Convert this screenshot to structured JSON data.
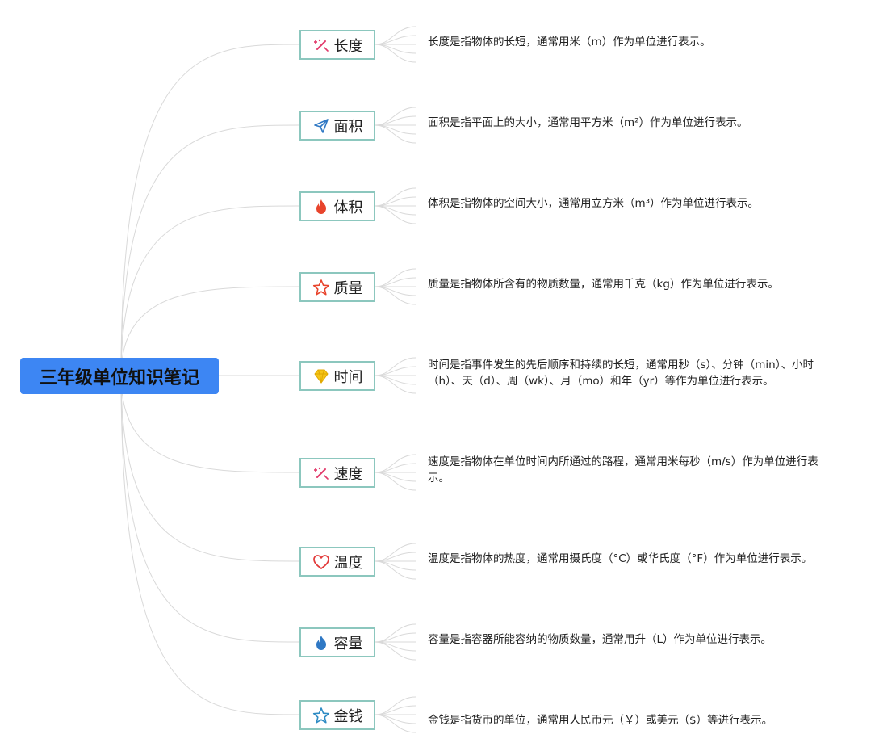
{
  "root": {
    "title": "三年级单位知识笔记"
  },
  "topics": [
    {
      "label": "长度",
      "icon": "wand-sparkle-icon",
      "color": "#e23a6b",
      "desc": "长度是指物体的长短，通常用米（m）作为单位进行表示。"
    },
    {
      "label": "面积",
      "icon": "paper-plane-icon",
      "color": "#2f78c4",
      "desc": "面积是指平面上的大小，通常用平方米（m²）作为单位进行表示。"
    },
    {
      "label": "体积",
      "icon": "fire-icon",
      "color": "#e8442c",
      "desc": "体积是指物体的空间大小，通常用立方米（m³）作为单位进行表示。"
    },
    {
      "label": "质量",
      "icon": "star-outline-icon",
      "color": "#e8442c",
      "desc": "质量是指物体所含有的物质数量，通常用千克（kg）作为单位进行表示。"
    },
    {
      "label": "时间",
      "icon": "diamond-icon",
      "color": "#f5c518",
      "desc": "时间是指事件发生的先后顺序和持续的长短，通常用秒（s）、分钟（min）、小时（h）、天（d）、周（wk）、月（mo）和年（yr）等作为单位进行表示。"
    },
    {
      "label": "速度",
      "icon": "wand-sparkle-icon",
      "color": "#e23a6b",
      "desc": "速度是指物体在单位时间内所通过的路程，通常用米每秒（m/s）作为单位进行表示。"
    },
    {
      "label": "温度",
      "icon": "heart-outline-icon",
      "color": "#e23a3a",
      "desc": "温度是指物体的热度，通常用摄氏度（°C）或华氏度（°F）作为单位进行表示。"
    },
    {
      "label": "容量",
      "icon": "fire-icon",
      "color": "#2f78c4",
      "desc": "容量是指容器所能容纳的物质数量，通常用升（L）作为单位进行表示。"
    },
    {
      "label": "金钱",
      "icon": "star-outline-icon",
      "color": "#2f8cc4",
      "desc": "金钱是指货币的单位，通常用人民币元（￥）或美元（$）等进行表示。"
    }
  ],
  "colors": {
    "root_fill": "#3d86f3",
    "topic_border": "#8cc7be",
    "connector": "#d9d9d9"
  }
}
